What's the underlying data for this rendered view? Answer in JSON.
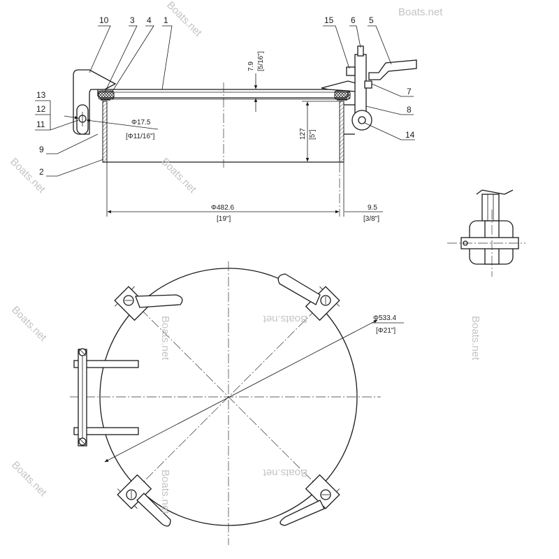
{
  "part_labels": {
    "p1": "1",
    "p2": "2",
    "p3": "3",
    "p4": "4",
    "p5": "5",
    "p6": "6",
    "p7": "7",
    "p8": "8",
    "p9": "9",
    "p10": "10",
    "p11": "11",
    "p12": "12",
    "p13": "13",
    "p14": "14",
    "p15": "15"
  },
  "dimensions": {
    "lid_thickness": "7.9",
    "lid_thickness_in": "[5/16\"]",
    "pin_dia": "Φ17.5",
    "pin_dia_in": "[Φ11/16\"]",
    "height": "127",
    "height_in": "[5\"]",
    "inner_dia": "Φ482.6",
    "inner_dia_in": "[19\"]",
    "offset": "9.5",
    "offset_in": "[3/8\"]",
    "outer_dia": "Φ533.4",
    "outer_dia_in": "[Φ21\"]"
  },
  "watermarks": [
    "Boats.net"
  ],
  "colors": {
    "line": "#1a1a1a",
    "watermark": "#c4c4c4"
  }
}
